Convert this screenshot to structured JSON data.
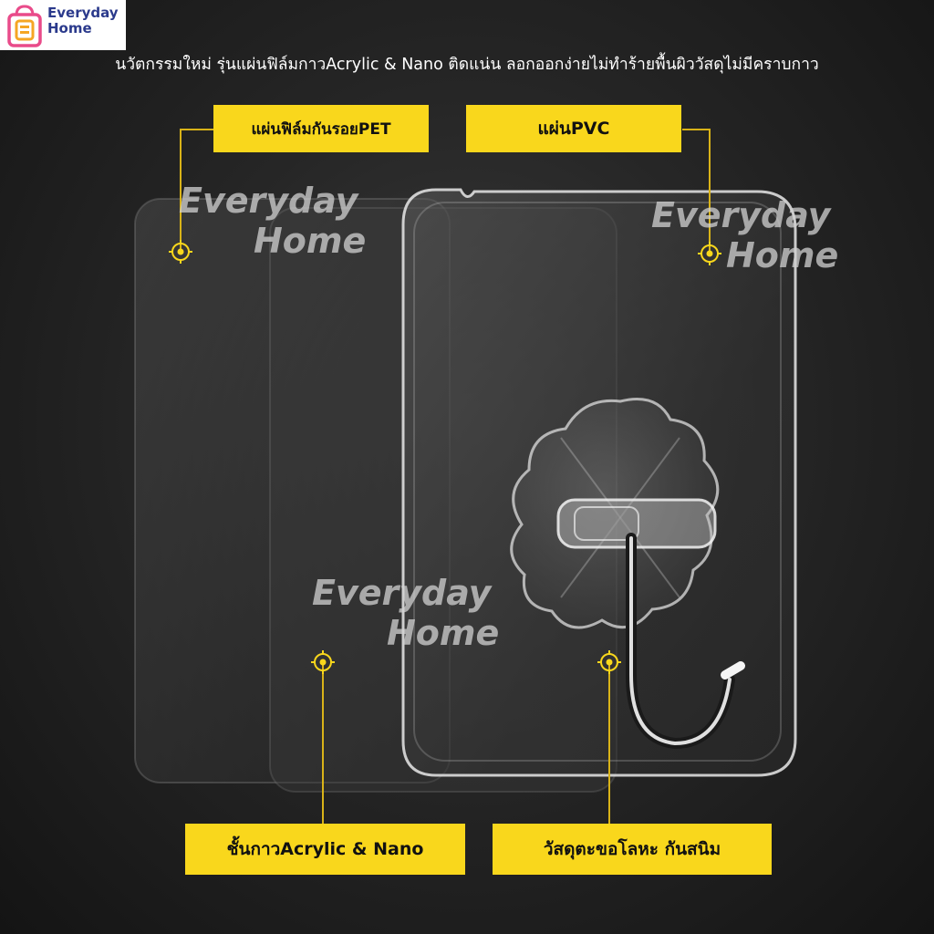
{
  "brand": {
    "line1": "Everyday",
    "line2": "Home"
  },
  "headline": "นวัตกรรมใหม่ รุ่นแผ่นฟิล์มกาวAcrylic & Nano ติดแน่น ลอกออกง่ายไม่ทำร้ายพื้นผิววัสดุไม่มีคราบกาว",
  "labels": {
    "pet_film": "แผ่นฟิล์มกันรอยPET",
    "pvc_sheet": "แผ่นPVC",
    "adhesive_layer": "ชั้นกาวAcrylic  & Nano",
    "hook_material": "วัสดุตะขอโลหะ กันสนิม"
  },
  "watermark": {
    "line1": "Everyday",
    "line2": "Home"
  },
  "colors": {
    "accent": "#f9d71c",
    "brand": "#2b3a8c",
    "background": "#262626"
  }
}
